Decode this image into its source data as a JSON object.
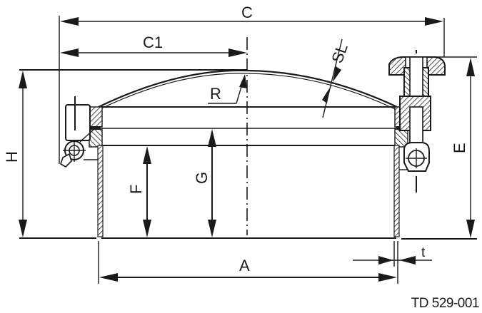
{
  "drawing": {
    "subject": "Round manhole cover with domed lid, hinge and clamp knob",
    "reference": "TD 529-001",
    "dimensions": {
      "C": "C",
      "C1": "C1",
      "R": "R",
      "SL": "SL",
      "H": "H",
      "E": "E",
      "F": "F",
      "G": "G",
      "A": "A",
      "t": "t"
    }
  }
}
